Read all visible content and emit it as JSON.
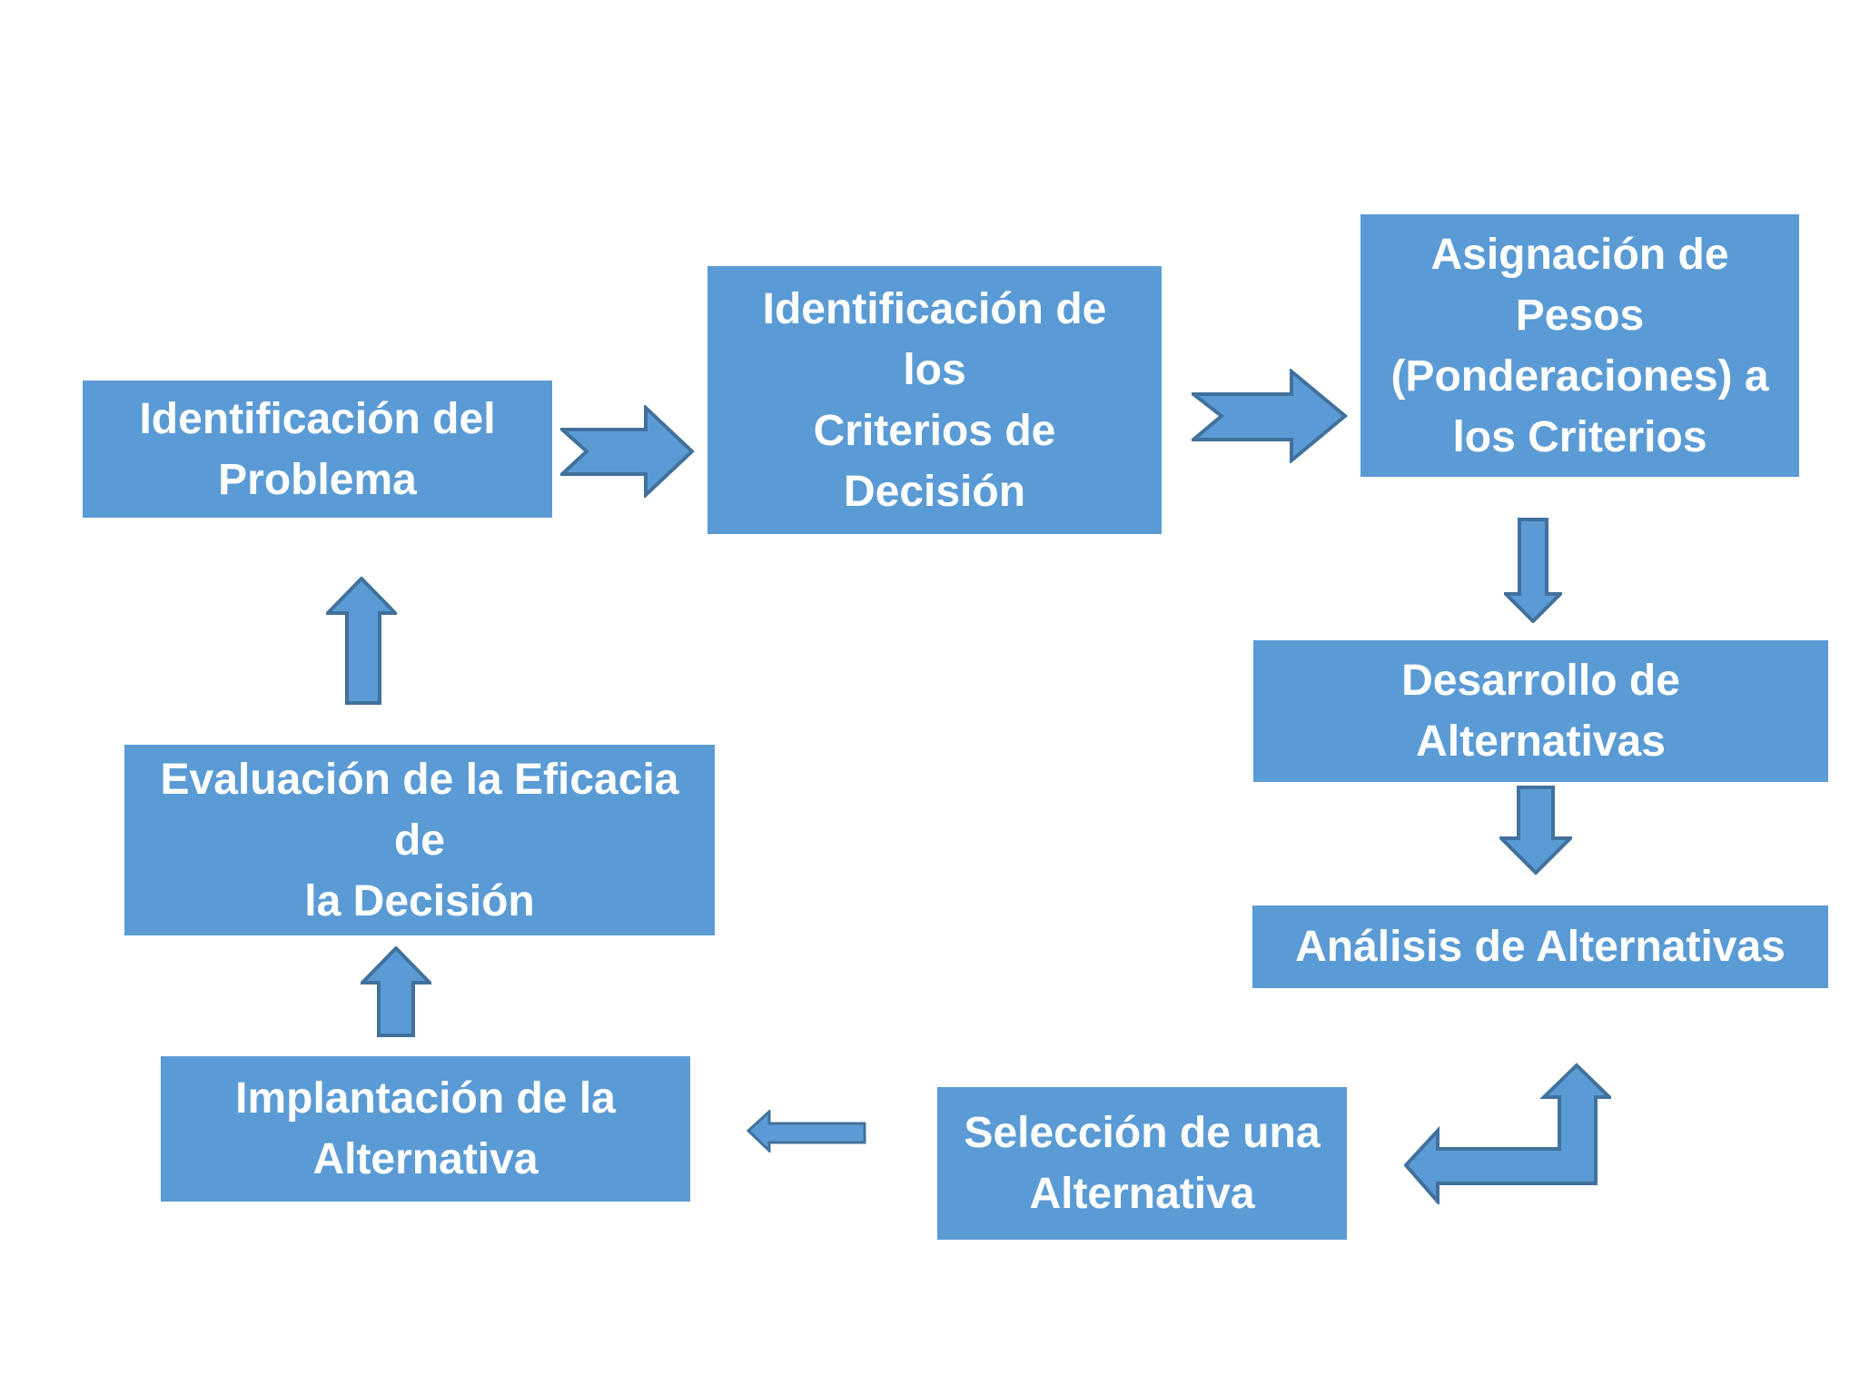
{
  "canvas": {
    "background": "#ffffff"
  },
  "colors": {
    "node_fill": "#5b9bd5",
    "node_text": "#ffffff",
    "arrow_fill": "#5b9bd5",
    "arrow_stroke": "#41719c"
  },
  "nodes": {
    "problema": {
      "label": "Identificación del\nProblema"
    },
    "criterios": {
      "label": "Identificación de\nlos\nCriterios de\nDecisión"
    },
    "pesos": {
      "label": "Asignación de\nPesos\n(Ponderaciones) a\nlos Criterios"
    },
    "desarrollo": {
      "label": "Desarrollo de\nAlternativas"
    },
    "analisis": {
      "label": "Análisis de Alternativas"
    },
    "seleccion": {
      "label": "Selección de una\nAlternativa"
    },
    "implantacion": {
      "label": "Implantación de la\nAlternativa"
    },
    "evaluacion": {
      "label": "Evaluación de la Eficacia\nde\nla Decisión"
    }
  },
  "flow": [
    {
      "from": "Identificación del Problema",
      "to": "Identificación de los Criterios de Decisión",
      "direction": "right",
      "style": "notched-right-arrow"
    },
    {
      "from": "Identificación de los Criterios de Decisión",
      "to": "Asignación de Pesos (Ponderaciones) a los Criterios",
      "direction": "right",
      "style": "notched-right-arrow"
    },
    {
      "from": "Asignación de Pesos (Ponderaciones) a los Criterios",
      "to": "Desarrollo de Alternativas",
      "direction": "down",
      "style": "block-down-arrow"
    },
    {
      "from": "Desarrollo de Alternativas",
      "to": "Análisis de Alternativas",
      "direction": "down",
      "style": "block-down-arrow"
    },
    {
      "from": "Análisis de Alternativas",
      "to": "Selección de una Alternativa",
      "direction": "down-then-left",
      "style": "bent-double-arrow-up-left"
    },
    {
      "from": "Selección de una Alternativa",
      "to": "Implantación de la Alternativa",
      "direction": "left",
      "style": "block-left-arrow"
    },
    {
      "from": "Implantación de la Alternativa",
      "to": "Evaluación de la Eficacia de la Decisión",
      "direction": "up",
      "style": "block-up-arrow"
    },
    {
      "from": "Evaluación de la Eficacia de la Decisión",
      "to": "Identificación del Problema",
      "direction": "up",
      "style": "block-up-arrow"
    }
  ]
}
